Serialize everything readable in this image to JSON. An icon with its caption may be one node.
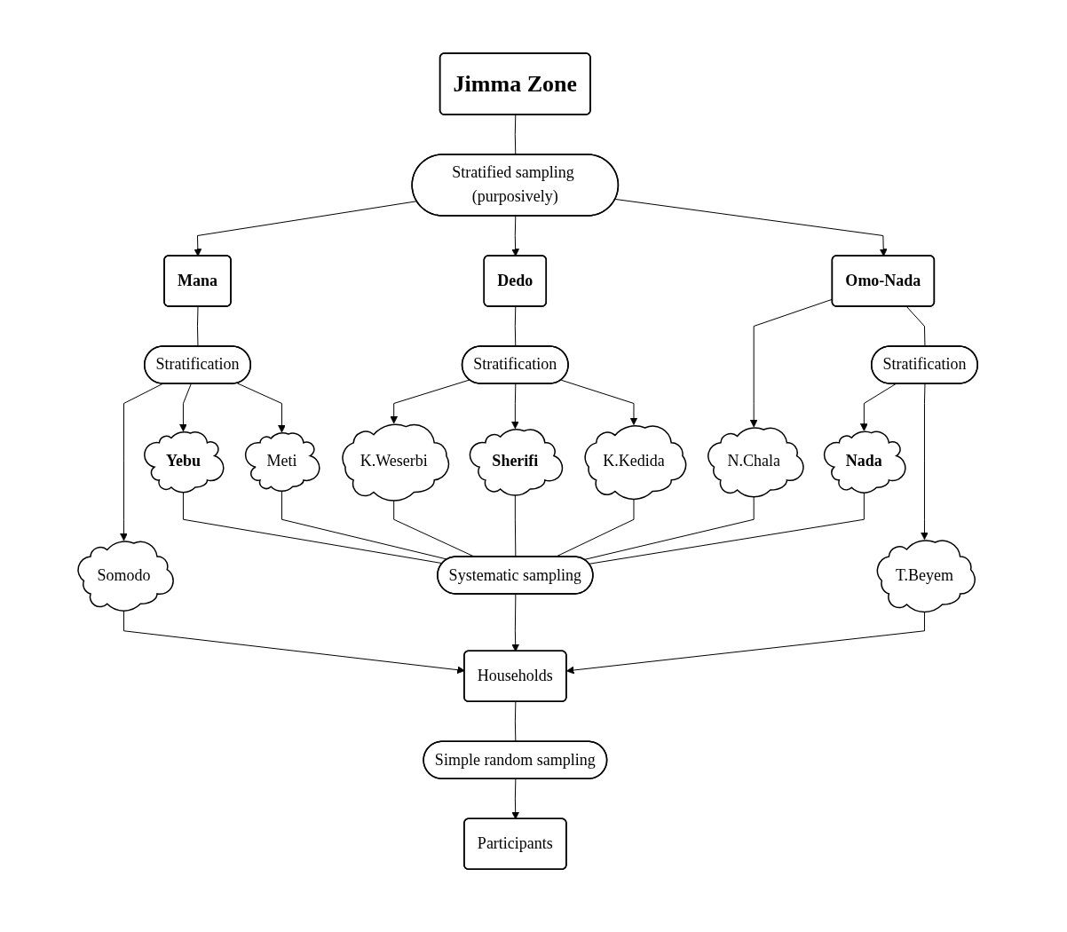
{
  "diagram": {
    "nodes": [
      {
        "text": [
          "Jimma Zone"
        ]
      },
      {
        "text": [
          "Stratified sampling (purposively)"
        ]
      },
      {
        "text": [
          "Mana"
        ]
      },
      {
        "text": [
          "Dedo"
        ]
      },
      {
        "text": [
          "Omo-Nada"
        ]
      },
      {
        "text": [
          "Stratification"
        ]
      },
      {
        "text": [
          "Stratification"
        ]
      },
      {
        "text": [
          "Stratification"
        ]
      },
      {
        "text": [
          "Somodo"
        ]
      },
      {
        "text": [
          "Yebu"
        ]
      },
      {
        "text": [
          "Meti"
        ]
      },
      {
        "text": [
          "K.Weserbi"
        ]
      },
      {
        "text": [
          "Sherifi"
        ]
      },
      {
        "text": [
          "K.Kedida"
        ]
      },
      {
        "text": [
          "N.Chala"
        ]
      },
      {
        "text": [
          "Nada"
        ]
      },
      {
        "text": [
          "T.Beyem"
        ]
      },
      {
        "text": [
          "Systematic sampling"
        ]
      },
      {
        "text": [
          "Households"
        ]
      },
      {
        "text": [
          "Simple random sampling"
        ]
      },
      {
        "text": [
          "Participants"
        ]
      }
    ],
    "edges": [
      {
        "from": 0,
        "to": 1,
        "arrow": "none"
      },
      {
        "from": 1,
        "to": 2,
        "arrow": "to"
      },
      {
        "from": 1,
        "to": 3,
        "arrow": "to"
      },
      {
        "from": 1,
        "to": 4,
        "arrow": "to"
      },
      {
        "from": 2,
        "to": 5,
        "arrow": "none"
      },
      {
        "from": 3,
        "to": 6,
        "arrow": "none"
      },
      {
        "from": 4,
        "to": 7,
        "arrow": "none"
      },
      {
        "from": 5,
        "to": 8,
        "arrow": "to"
      },
      {
        "from": 5,
        "to": 9,
        "arrow": "to"
      },
      {
        "from": 5,
        "to": 10,
        "arrow": "to"
      },
      {
        "from": 6,
        "to": 11,
        "arrow": "to"
      },
      {
        "from": 6,
        "to": 12,
        "arrow": "to"
      },
      {
        "from": 6,
        "to": 13,
        "arrow": "to"
      },
      {
        "from": 4,
        "to": 14,
        "arrow": "to"
      },
      {
        "from": 7,
        "to": 15,
        "arrow": "to"
      },
      {
        "from": 7,
        "to": 16,
        "arrow": "to"
      },
      {
        "from": 8,
        "to": 18,
        "arrow": "to"
      },
      {
        "from": 9,
        "to": 17,
        "arrow": "none"
      },
      {
        "from": 10,
        "to": 17,
        "arrow": "none"
      },
      {
        "from": 11,
        "to": 17,
        "arrow": "none"
      },
      {
        "from": 12,
        "to": 17,
        "arrow": "none"
      },
      {
        "from": 13,
        "to": 17,
        "arrow": "none"
      },
      {
        "from": 14,
        "to": 17,
        "arrow": "none"
      },
      {
        "from": 15,
        "to": 17,
        "arrow": "none"
      },
      {
        "from": 17,
        "to": 18,
        "arrow": "to"
      },
      {
        "from": 16,
        "to": 18,
        "arrow": "to"
      },
      {
        "from": 18,
        "to": 19,
        "arrow": "none"
      },
      {
        "from": 19,
        "to": 20,
        "arrow": "to"
      }
    ]
  }
}
